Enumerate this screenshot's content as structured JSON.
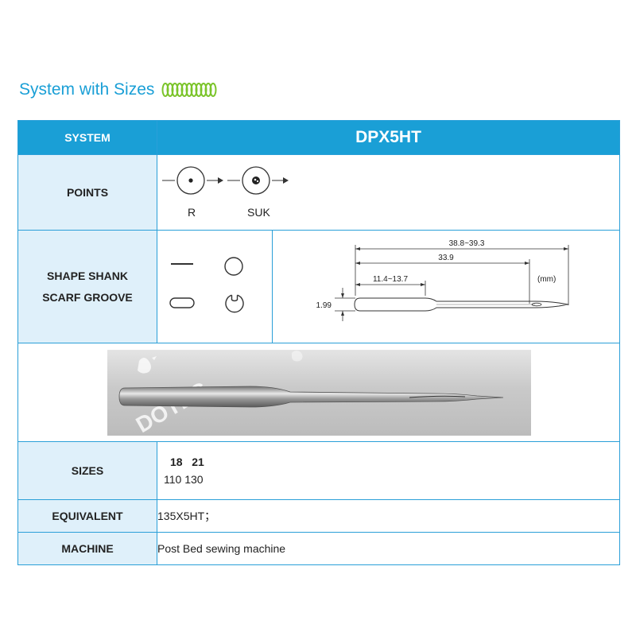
{
  "heading": {
    "title": "System with Sizes",
    "decoration": "spring-icon"
  },
  "table": {
    "system_label": "SYSTEM",
    "system_value": "DPX5HT",
    "points_label": "POINTS",
    "points": [
      {
        "label": "R",
        "icon": "round-point-icon"
      },
      {
        "label": "SUK",
        "icon": "ball-point-icon"
      }
    ],
    "shape_label_line1": "SHAPE SHANK",
    "shape_label_line2": "SCARF GROOVE",
    "shape_icons": [
      "flat-shank-line-icon",
      "round-shank-circle-icon",
      "groove-slot-icon",
      "scarf-groove-circle-icon"
    ],
    "diagram": {
      "total_length": "38.8~39.3",
      "length_to_eye": "33.9",
      "shank_length": "11.4~13.7",
      "shank_diameter": "1.99",
      "unit": "(mm)"
    },
    "photo": {
      "watermark": "DOTEC"
    },
    "sizes_label": "SIZES",
    "sizes_nm": [
      "18",
      "21"
    ],
    "sizes_metric": [
      "110",
      "130"
    ],
    "equivalent_label": "EQUIVALENT",
    "equivalent_value": "135X5HT；",
    "machine_label": "MACHINE",
    "machine_value": "Post Bed sewing machine"
  }
}
